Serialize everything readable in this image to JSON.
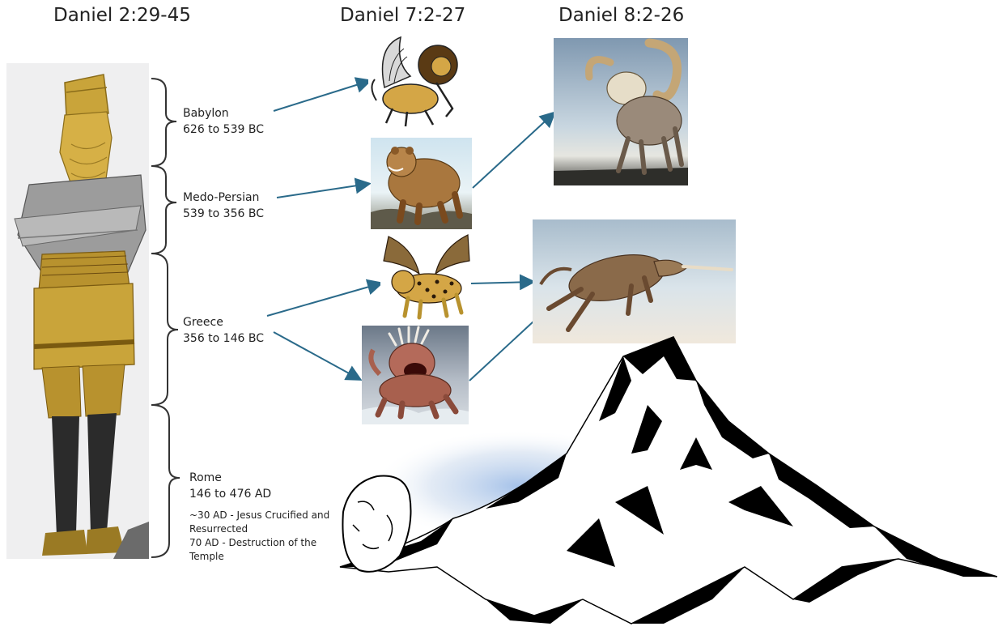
{
  "headings": {
    "daniel2": "Daniel 2:29-45",
    "daniel7": "Daniel 7:2-27",
    "daniel8": "Daniel 8:2-26"
  },
  "eras": {
    "babylon": {
      "name": "Babylon",
      "dates": "626 to 539 BC"
    },
    "medo_persian": {
      "name": "Medo-Persian",
      "dates": "539 to 356 BC"
    },
    "greece": {
      "name": "Greece",
      "dates": "356 to 146 BC"
    },
    "rome": {
      "name": "Rome",
      "dates": "146 to 476 AD",
      "notes": [
        "~30 AD - Jesus Crucified and",
        "Resurrected",
        "70 AD - Destruction of the",
        "Temple"
      ]
    }
  },
  "colors": {
    "arrow": "#2a6a8a",
    "bracket": "#333333",
    "gold": "#c9a43a",
    "silver": "#9a9a9a",
    "iron": "#2b2b2b"
  },
  "images": [
    "statue",
    "winged-lion",
    "bear",
    "winged-leopard",
    "fourth-beast",
    "ram",
    "goat",
    "mountain",
    "stone"
  ]
}
